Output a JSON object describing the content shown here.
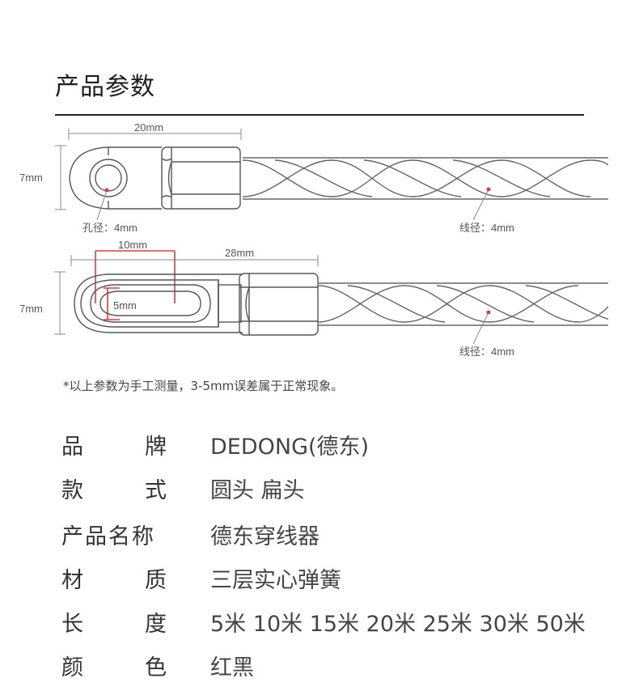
{
  "heading": "产品参数",
  "diagram": {
    "round": {
      "width_label": "20mm",
      "height_label": "7mm",
      "hole_label": "孔径：4mm",
      "wire_label": "线径：4mm"
    },
    "flat": {
      "width_label": "28mm",
      "slot_width_label": "10mm",
      "slot_height_label": "5mm",
      "height_label": "7mm",
      "wire_label": "线径：4mm"
    },
    "accent_color": "#e23b3b",
    "line_color": "#555555"
  },
  "note": "*以上参数为手工测量，3-5mm误差属于正常现象。",
  "specs": [
    {
      "key_a": "品",
      "key_b": "牌",
      "value": "DEDONG(德东)"
    },
    {
      "key_a": "款",
      "key_b": "式",
      "value": "圆头 扁头"
    },
    {
      "key_full": "产品名称",
      "value": "德东穿线器"
    },
    {
      "key_a": "材",
      "key_b": "质",
      "value": "三层实心弹簧"
    },
    {
      "key_a": "长",
      "key_b": "度",
      "value": "5米 10米 15米 20米 25米 30米 50米"
    },
    {
      "key_a": "颜",
      "key_b": "色",
      "value": "红黑"
    }
  ]
}
